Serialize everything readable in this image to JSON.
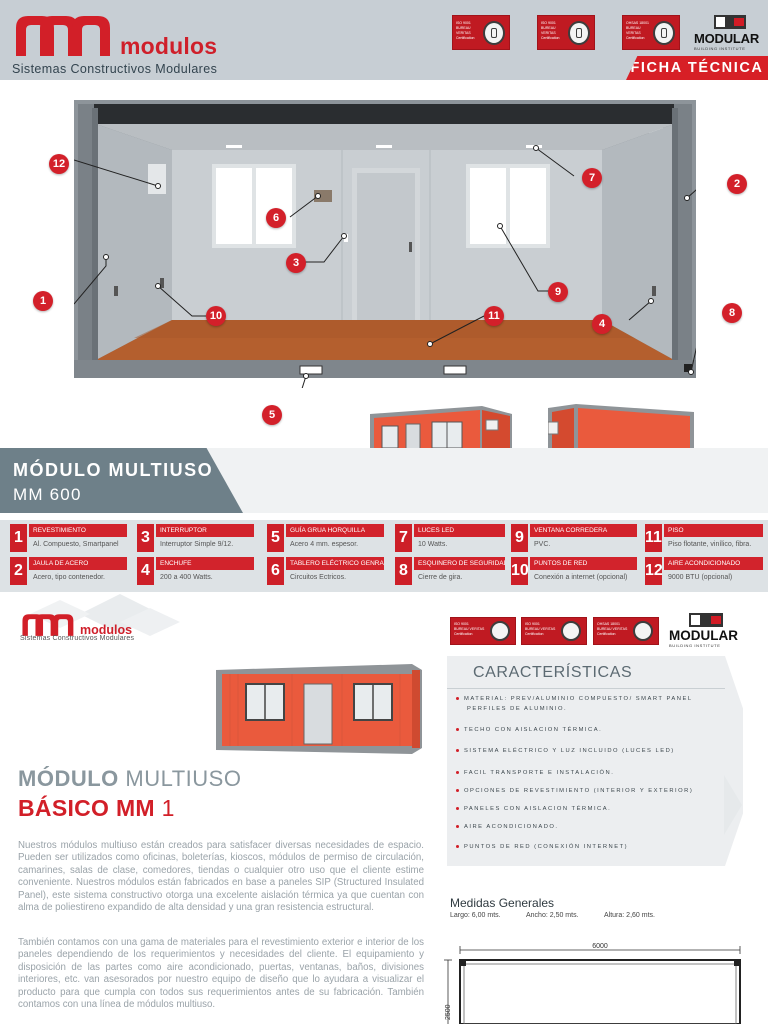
{
  "header": {
    "brand": "modulos",
    "tagline": "Sistemas Constructivos Modulares",
    "ficha": "FICHA TÉCNICA",
    "certs": [
      {
        "line1": "ISO 9001",
        "line2": "BUREAU VERITAS",
        "line3": "Certification"
      },
      {
        "line1": "ISO 9001",
        "line2": "BUREAU VERITAS",
        "line3": "Certification"
      },
      {
        "line1": "OHSAS 18001",
        "line2": "BUREAU VERITAS",
        "line3": "Certification"
      }
    ],
    "mbi_word": "MODULAR",
    "mbi_sub": "BUILDING INSTITUTE"
  },
  "hero": {
    "callouts": [
      "1",
      "2",
      "3",
      "4",
      "5",
      "6",
      "7",
      "8",
      "9",
      "10",
      "11",
      "12"
    ]
  },
  "model": {
    "title": "MÓDULO MULTIUSO",
    "code": "MM 600"
  },
  "parts": [
    {
      "num": "1",
      "title": "REVESTIMIENTO",
      "desc": "Al. Compuesto, Smartpanel"
    },
    {
      "num": "2",
      "title": "JAULA DE ACERO",
      "desc": "Acero, tipo contenedor."
    },
    {
      "num": "3",
      "title": "INTERRUPTOR",
      "desc": "Interruptor Simple 9/12."
    },
    {
      "num": "4",
      "title": "ENCHUFE",
      "desc": "200 a 400 Watts."
    },
    {
      "num": "5",
      "title": "GUÍA GRUA HORQUILLA",
      "desc": "Acero 4 mm. espesor."
    },
    {
      "num": "6",
      "title": "TABLERO ELÉCTRICO GENRAL",
      "desc": "Circuitos Ectricos."
    },
    {
      "num": "7",
      "title": "LUCES LED",
      "desc": "10 Watts."
    },
    {
      "num": "8",
      "title": "ESQUINERO DE SEGURIDAD",
      "desc": "Cierre de gira."
    },
    {
      "num": "9",
      "title": "VENTANA CORREDERA",
      "desc": "PVC."
    },
    {
      "num": "10",
      "title": "PUNTOS DE RED",
      "desc": "Conexión a internet (opcional)"
    },
    {
      "num": "11",
      "title": "PISO",
      "desc": "Piso flotante, vinílico, fibra."
    },
    {
      "num": "12",
      "title": "AIRE ACONDICIONADO",
      "desc": "9000 BTU (opcional)"
    }
  ],
  "sheet2": {
    "brand": "modulos",
    "tagline": "Sistemas Constructivos Modulares",
    "certs": [
      {
        "line1": "ISO 9001",
        "line2": "BUREAU VERITAS",
        "line3": "Certification"
      },
      {
        "line1": "ISO 9001",
        "line2": "BUREAU VERITAS",
        "line3": "Certification"
      },
      {
        "line1": "OHSAS 18001",
        "line2": "BUREAU VERITAS",
        "line3": "Certification"
      }
    ],
    "mbi_word": "MODULAR",
    "mbi_sub": "BUILDING INSTITUTE",
    "heading1_bold": "MÓDULO",
    "heading1_light": "MULTIUSO",
    "heading2_bold": "BÁSICO MM",
    "heading2_light": "1",
    "para1": "Nuestros módulos multiuso están creados para satisfacer diversas necesidades de espacio. Pueden ser utilizados como oficinas, boleterías, kioscos, módulos de permiso de circulación, camarines, salas de clase, comedores, tiendas o cualquier otro uso que el cliente estime conveniente. Nuestros módulos están fabricados en base a paneles SIP (Structured Insulated Panel), este sistema constructivo otorga una excelente aislación térmica ya que cuentan con alma de poliestireno expandido de alta densidad y una gran resistencia estructural.",
    "para2": "También contamos con una gama de materiales para el revestimiento exterior e interior de los paneles dependiendo de los requerimientos y necesidades del cliente. El equipamiento y disposición de las partes como aire acondicionado, puertas, ventanas, baños, divisiones interiores, etc. van asesorados por nuestro equipo de diseño que lo ayudara a visualizar el producto para que cumpla con todos sus requerimientos antes de su fabricación. También contamos con una línea de módulos multiuso.",
    "characteristics_title": "CARACTERÍSTICAS",
    "characteristics": [
      "MATERIAL: PREV/ALUMINIO COMPUESTO/ SMART PANEL",
      "PERFILES DE ALUMINIO.",
      "TECHO CON AISLACION TÉRMICA.",
      "SISTEMA ELÉCTRICO Y LUZ INCLUIDO (LUCES LED)",
      "FACIL TRANSPORTE E INSTALACIÓN.",
      "OPCIONES DE REVESTIMIENTO (INTERIOR Y EXTERIOR)",
      "PANELES CON AISLACION TÉRMICA.",
      "AIRE ACONDICIONADO.",
      "PUNTOS DE RED (CONEXIÓN INTERNET)"
    ],
    "measures_title": "Medidas Generales",
    "largo": "Largo: 6,00 mts.",
    "ancho": "Ancho: 2,50 mts.",
    "altura": "Altura: 2,60 mts.",
    "dim_width": "6000",
    "dim_height": "2500"
  },
  "colors": {
    "brand_red": "#d21f28",
    "header_gray": "#c7ced4",
    "band_gray": "#6e8089",
    "container_orange": "#ea5a3d"
  }
}
